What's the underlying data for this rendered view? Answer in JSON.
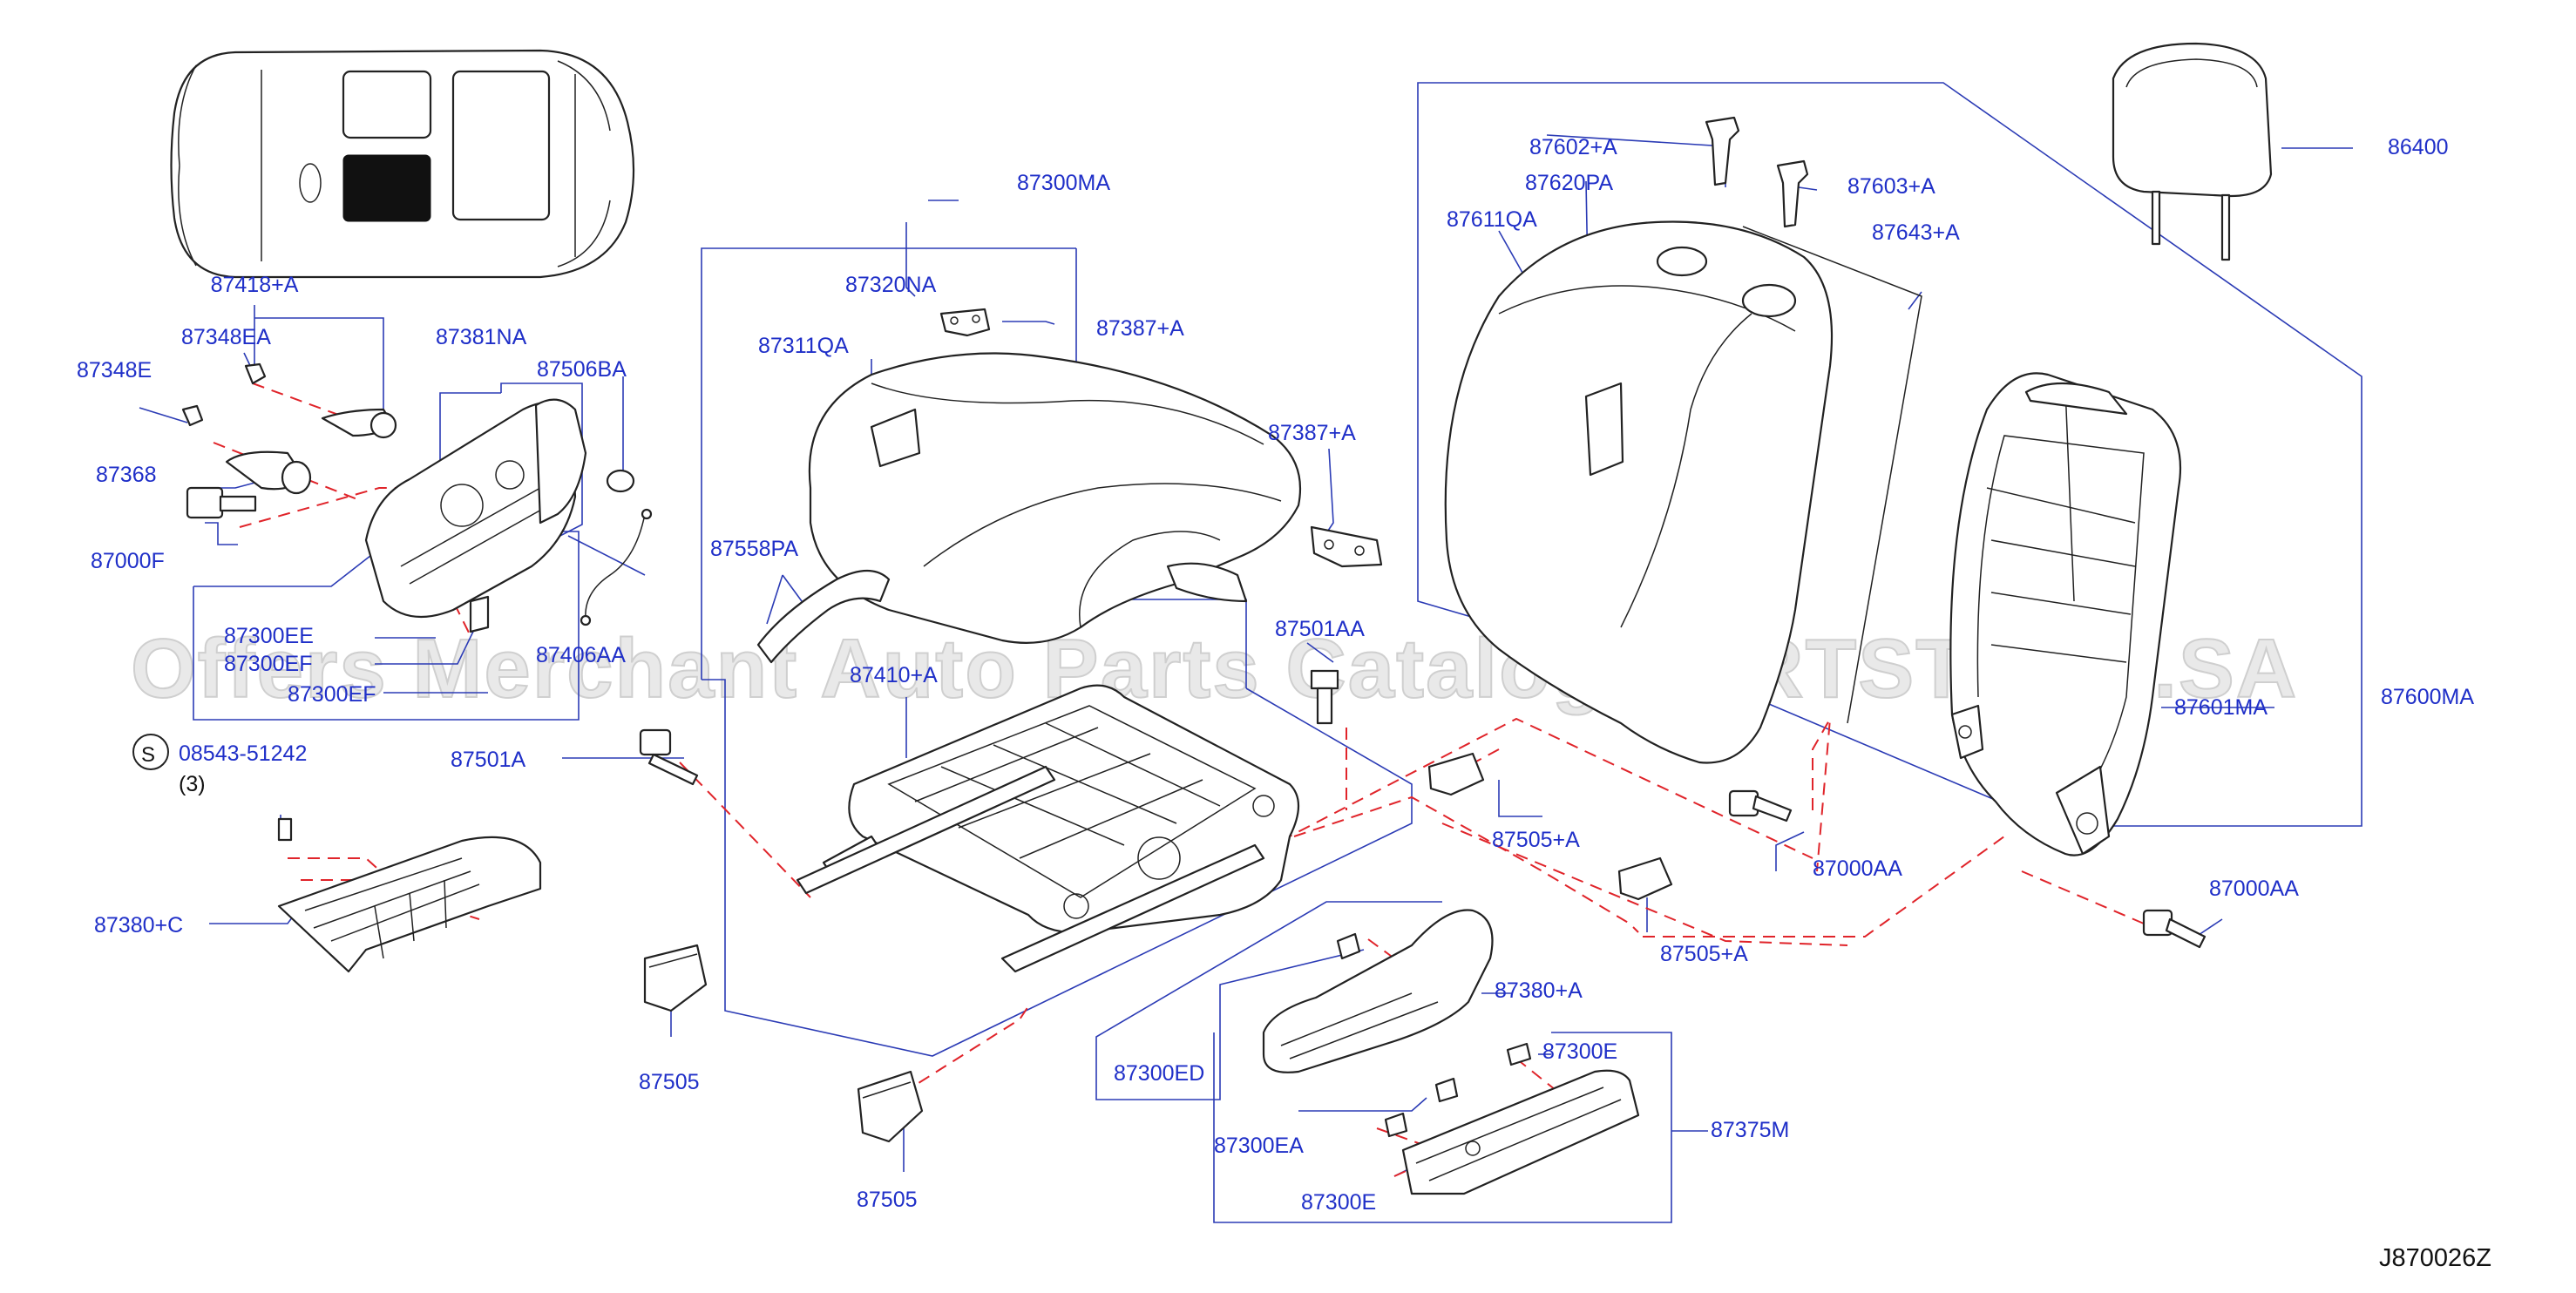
{
  "diagram_code": "J870026Z",
  "watermark": "Offers Merchant Auto Parts Catalog PARTSTORE.SA",
  "screw_symbol": "S",
  "parts": {
    "p87418A": "87418+A",
    "p87348EA": "87348EA",
    "p87381NA": "87381NA",
    "p87506BA": "87506BA",
    "p87348E": "87348E",
    "p87368": "87368",
    "p87000F": "87000F",
    "p87300EE": "87300EE",
    "p87300EF": "87300EF",
    "p87300EF2": "87300EF",
    "p87406A": "87406AA",
    "p08543": "08543-51242",
    "qty08543": "(3)",
    "p87501A": "87501A",
    "p87380C": "87380+C",
    "p87505a": "87505",
    "p87505b": "87505",
    "p87300MA": "87300MA",
    "p87320NA": "87320NA",
    "p87387Aa": "87387+A",
    "p87311QA": "87311QA",
    "p87387Ab": "87387+A",
    "p87558PA": "87558PA",
    "p87501AA": "87501AA",
    "p87410A": "87410+A",
    "p87505Aa": "87505+A",
    "p87505Ab": "87505+A",
    "p87380A": "87380+A",
    "p87300ED": "87300ED",
    "p87300E1": "87300E",
    "p87300EA": "87300EA",
    "p87300E2": "87300E",
    "p87375M": "87375M",
    "p87602A": "87602+A",
    "p87620PA": "87620PA",
    "p87611QA": "87611QA",
    "p87603A": "87603+A",
    "p87643A": "87643+A",
    "p86400": "86400",
    "p87601MA": "87601MA",
    "p87600MA": "87600MA",
    "p87000AAa": "87000AA",
    "p87000AAb": "87000AA"
  }
}
